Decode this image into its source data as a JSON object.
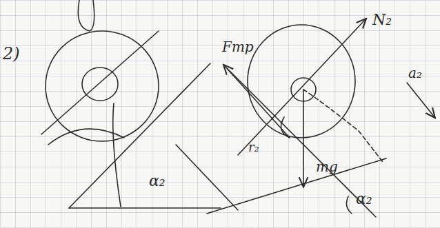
{
  "diagram": {
    "labels": [
      "2)",
      "Fтр",
      "N₂",
      "a₂",
      "r₂",
      "mg",
      "α₂",
      "α₂"
    ]
  }
}
